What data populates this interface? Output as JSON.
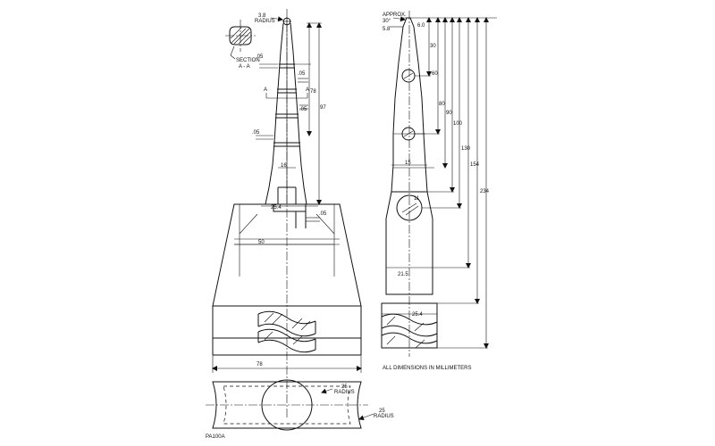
{
  "front_view": {
    "radius_top_value": "3.8",
    "radius_top_word": "RADIUS",
    "section_label": "SECTION",
    "section_id": "A - A",
    "section_mark_left": "A",
    "section_mark_right": "A",
    "dim_step_1": ".05",
    "dim_step_2": ".05",
    "dim_step_3": ".05",
    "dim_step_4": ".05",
    "dim_step_5": ".05",
    "dim_78": "78",
    "dim_97": "97",
    "dim_16": "16",
    "dim_25_4": "25.4",
    "dim_50": "50",
    "dim_78_base": "78"
  },
  "side_view": {
    "approx_label": "APPROX.",
    "approx_angle": "30°",
    "dim_5_8": "5.8",
    "dim_6_0": "6.0",
    "dim_30": "30",
    "dim_60": "60",
    "dim_80": "80",
    "dim_90": "90",
    "dim_100": "100",
    "dim_130": "130",
    "dim_154": "154",
    "dim_234": "234",
    "dim_15": "15",
    "dim_11": "11",
    "dim_21_5": "21.5",
    "dim_25_4": "25.4"
  },
  "bottom_view": {
    "radius_inner_value": "25",
    "radius_inner_word": "RADIUS",
    "radius_outer_value": "25",
    "radius_outer_word": "RADIUS"
  },
  "note_units": "ALL DIMENSIONS IN MILLIMETERS",
  "figure_id": "PA100A"
}
